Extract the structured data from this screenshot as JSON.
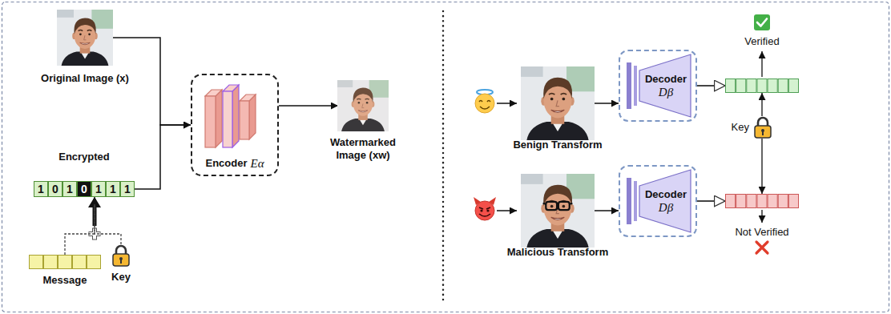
{
  "diagram": {
    "nodes": [
      {
        "text": [
          "Original Image (x)"
        ]
      },
      {
        "text": [
          "Encrypted"
        ]
      },
      {
        "text": [
          "Message"
        ]
      },
      {
        "text": [
          "Key"
        ]
      },
      {
        "text": [
          "Encoder",
          "Eα"
        ]
      },
      {
        "text": [
          "Watermarked Image (xw)"
        ]
      },
      {
        "text": [
          "Benign Transform"
        ]
      },
      {
        "text": [
          "Decoder",
          "Dβ"
        ]
      },
      {
        "text": [
          "Verified"
        ]
      },
      {
        "text": [
          "Key"
        ]
      },
      {
        "text": [
          "Malicious Transform"
        ]
      },
      {
        "text": [
          "Decoder",
          "Dβ"
        ]
      },
      {
        "text": [
          "Not Verified"
        ]
      }
    ],
    "edges": [
      {
        "from": 0,
        "to": 4,
        "arrow": "to"
      },
      {
        "from": 1,
        "to": 4,
        "arrow": "to"
      },
      {
        "from": 2,
        "to": 1,
        "arrow": "to"
      },
      {
        "from": 3,
        "to": 1,
        "arrow": "to"
      },
      {
        "from": 4,
        "to": 5,
        "arrow": "to"
      },
      {
        "from": 6,
        "to": 7,
        "arrow": "to"
      },
      {
        "from": 7,
        "to": 8,
        "arrow": "to"
      },
      {
        "from": 9,
        "to": 8,
        "arrow": "to"
      },
      {
        "from": 9,
        "to": 12,
        "arrow": "to"
      },
      {
        "from": 10,
        "to": 11,
        "arrow": "to"
      },
      {
        "from": 11,
        "to": 12,
        "arrow": "to"
      }
    ],
    "labels": [
      "1",
      "0",
      "1",
      "0",
      "1",
      "1",
      "1"
    ]
  }
}
